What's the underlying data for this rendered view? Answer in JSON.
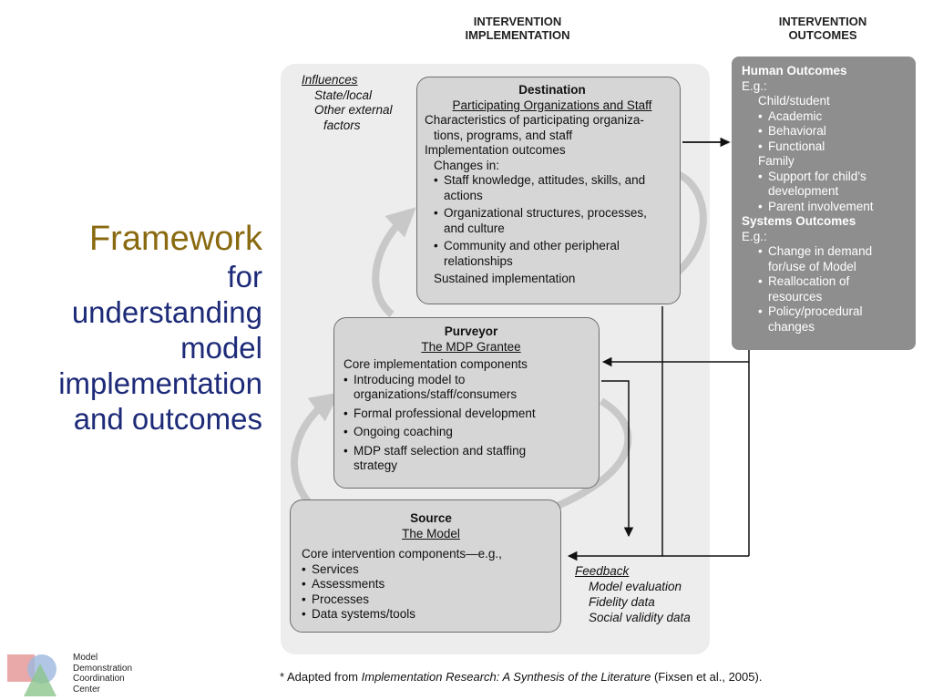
{
  "headers": {
    "implementation": [
      "INTERVENTION",
      "IMPLEMENTATION"
    ],
    "outcomes": [
      "INTERVENTION",
      "OUTCOMES"
    ]
  },
  "title": {
    "main": "Framework",
    "sub": [
      "for",
      "understanding",
      "model",
      "implementation",
      "and outcomes"
    ]
  },
  "influences": {
    "heading": "Influences",
    "items": [
      "State/local",
      "Other external",
      "factors"
    ]
  },
  "destination": {
    "title": "Destination",
    "subtitle": "Participating Organizations and Staff",
    "lines": [
      "Characteristics of participating organiza-",
      "tions, programs, and staff",
      "Implementation outcomes",
      "Changes in:"
    ],
    "bullets": [
      [
        "Staff knowledge, attitudes, skills, and",
        "actions"
      ],
      [
        "Organizational structures, processes,",
        "and culture"
      ],
      [
        "Community and other peripheral",
        "relationships"
      ]
    ],
    "last": "Sustained implementation"
  },
  "purveyor": {
    "title": "Purveyor",
    "subtitle": "The MDP Grantee",
    "lead": "Core implementation components",
    "bullets": [
      [
        "Introducing model to",
        "organizations/staff/consumers"
      ],
      [
        "Formal professional development"
      ],
      [
        "Ongoing coaching"
      ],
      [
        "MDP staff selection and staffing",
        "strategy"
      ]
    ]
  },
  "source": {
    "title": "Source",
    "subtitle": "The Model",
    "lead": "Core intervention components—e.g.,",
    "bullets": [
      "Services",
      "Assessments",
      "Processes",
      "Data systems/tools"
    ]
  },
  "feedback": {
    "heading": "Feedback",
    "items": [
      "Model evaluation",
      "Fidelity data",
      "Social validity data"
    ]
  },
  "outcomes_box": {
    "human_heading": "Human Outcomes",
    "eg1": "E.g.:",
    "child": "Child/student",
    "child_items": [
      "Academic",
      "Behavioral",
      "Functional"
    ],
    "family": "Family",
    "family_items": [
      [
        "Support for child’s",
        "development"
      ],
      [
        "Parent involvement"
      ]
    ],
    "systems_heading": "Systems Outcomes",
    "eg2": "E.g.:",
    "systems_items": [
      [
        "Change in demand",
        "for/use of Model"
      ],
      [
        "Reallocation of",
        "resources"
      ],
      [
        "Policy/procedural",
        "changes"
      ]
    ]
  },
  "footnote": {
    "prefix": "* Adapted from ",
    "work": "Implementation Research: A Synthesis of the Literature",
    "suffix": " (Fixsen et al., 2005)."
  },
  "logo": {
    "lines": [
      "Model",
      "Demonstration",
      "Coordination",
      "Center"
    ]
  },
  "colors": {
    "title_main": "#8a6a10",
    "title_sub": "#1c2a78",
    "panel": "#ededed",
    "box": "#d6d6d6",
    "outcomes": "#8e8e8e"
  }
}
